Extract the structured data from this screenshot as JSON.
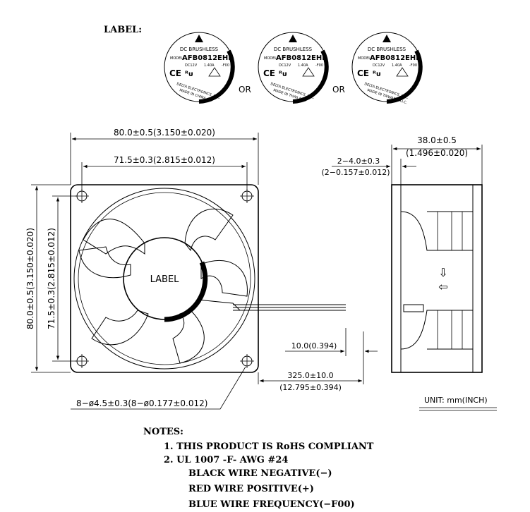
{
  "label_section": {
    "heading": "LABEL:",
    "or_word": "OR",
    "labels": [
      {
        "title": "DC BRUSHLESS",
        "model_prefix": "MODEL",
        "model": "AFB0812EHE",
        "rating_left": "DC12V",
        "rating_right": "1.40A",
        "suffix": "-F00",
        "maker": "DELTA ELECTRONICS, INC.",
        "origin": "MADE IN CHINA"
      },
      {
        "title": "DC BRUSHLESS",
        "model_prefix": "MODEL",
        "model": "AFB0812EHE",
        "rating_left": "DC12V",
        "rating_right": "1.40A",
        "suffix": "-F00",
        "maker": "DELTA ELECTRONICS, INC.",
        "origin": "MADE IN THAILAND"
      },
      {
        "title": "DC BRUSHLESS",
        "model_prefix": "MODEL",
        "model": "AFB0812EHE",
        "rating_left": "DC12V",
        "rating_right": "1.40A",
        "suffix": "-F00",
        "maker": "DELTA ELECTRONICS, INC.",
        "origin": "MADE IN TAIWAN R.O.C."
      }
    ]
  },
  "front_view": {
    "hub_label": "LABEL",
    "dim_width_overall": "80.0±0.5(3.150±0.020)",
    "dim_width_holes": "71.5±0.3(2.815±0.012)",
    "dim_height_overall": "80.0±0.5(3.150±0.020)",
    "dim_height_holes": "71.5±0.3(2.815±0.012)",
    "dim_holes": "8−ø4.5±0.3(8−ø0.177±0.012)",
    "dim_wire_length_mm": "325.0±10.0",
    "dim_wire_length_in": "(12.795±0.394)",
    "dim_wire_strip": "10.0(0.394)"
  },
  "side_view": {
    "dim_depth_mm": "38.0±0.5",
    "dim_depth_in": "(1.496±0.020)",
    "dim_flange_mm": "2−4.0±0.3",
    "dim_flange_in": "(2−0.157±0.012)",
    "airflow_symbol": "⇩",
    "rotation_symbol": "⇦"
  },
  "unit": "UNIT:  mm(INCH)",
  "notes": {
    "heading": "NOTES:",
    "items": [
      "1. THIS PRODUCT IS RoHS COMPLIANT",
      "2. UL 1007 -F- AWG #24",
      "BLACK WIRE NEGATIVE(−)",
      "RED WIRE POSITIVE(+)",
      "BLUE WIRE FREQUENCY(−F00)"
    ]
  }
}
